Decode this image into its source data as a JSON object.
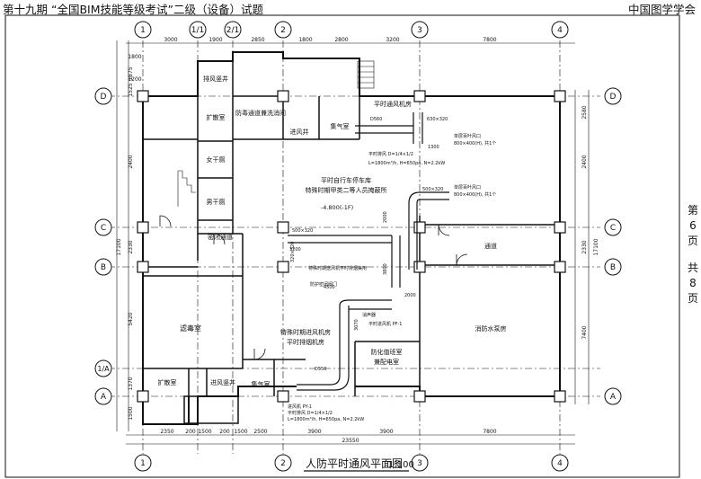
{
  "header": {
    "exam_title": "第十九期 “全国BIM技能等级考试”二级（设备）试题",
    "organizer": "中国图学学会"
  },
  "page_indicator": {
    "current_prefix": "第",
    "current": "6",
    "current_suffix": "页",
    "total_prefix": "共",
    "total": "8",
    "total_suffix": "页"
  },
  "drawing": {
    "title": "人防平时通风平面图",
    "scale": "1:100",
    "grid_cols": [
      "1",
      "1/1",
      "2/1",
      "2",
      "3",
      "4"
    ],
    "grid_rows": [
      "D",
      "C",
      "B",
      "1/A",
      "A"
    ],
    "top_dims": [
      "3000",
      "1900",
      "2850",
      "1800",
      "2800",
      "3200",
      "7800",
      "1800",
      "1200"
    ],
    "bottom_dims": [
      "2350",
      "200",
      "1500",
      "200",
      "1500",
      "2500",
      "3900",
      "3900",
      "7800"
    ],
    "bottom_total": "23550",
    "left_dims": [
      "1875",
      "1525",
      "2400",
      "2330",
      "5420",
      "1370",
      "1500"
    ],
    "left_totals": [
      "17100"
    ],
    "right_dims": [
      "2580",
      "2400",
      "2330",
      "7400"
    ],
    "right_totals": [
      "17100"
    ],
    "rooms": {
      "exhaust_shaft": "排风竖井",
      "expansion_room_1": "扩散室",
      "decon_corridor": "防毒通道兼洗消间",
      "inlet_well": "进风井",
      "ventilation_room": "集气室",
      "female_toilet": "女干厕",
      "male_toilet": "男干厕",
      "airlock": "密闭通道",
      "decon_room": "滤毒室",
      "shelter_line1": "平时自行车停车库",
      "shelter_line2": "特殊时期甲类二等人员掩蔽所",
      "elevation": "-4.800(-1F)",
      "fan_room_line1": "特殊时期进风机房",
      "fan_room_line2": "平时排烟机房",
      "fan_room_normal": "平时通风机房",
      "corridor": "通道",
      "fire_pump_room": "消防水泵房",
      "dist_line1": "防化值班室",
      "dist_line2": "兼配电室",
      "expansion_room_2": "扩散室",
      "inlet_shaft_2": "进风竖井",
      "ventilation_room_2": "集气室"
    },
    "duct_labels": {
      "d560": "D560",
      "d550": "D550",
      "duct_630": "630×320",
      "duct_500a": "500×320",
      "duct_500b": "500×320",
      "duct_320": "320×320",
      "len_1300": "1300",
      "len_3200": "3200",
      "len_4500": "4500",
      "len_2000": "2000",
      "len_3800": "3800",
      "len_3070": "3070",
      "len_2000b": "2000",
      "note_fan1": "平时排风 D=1/4×1/2",
      "note_fan2": "平时排风 D=1/4×1/2",
      "note_axial": "特殊时期送风机平时排烟兼用",
      "note_unit": "消声器",
      "spec1": "L=1800m³/h, H=650pa, N=2.2kW",
      "spec2": "L=1800m³/h, H=650pa, N=2.2kW",
      "grille1": "单层百叶风口",
      "grille2": "单层百叶风口",
      "grille_spec": "800×400(H), 共1个",
      "grille_spec2": "800×400(H), 共1个",
      "valve": "防护密闭阀门",
      "fan_label": "平时进风机 PF-1",
      "fan_label2": "进风机 PY-1"
    }
  }
}
